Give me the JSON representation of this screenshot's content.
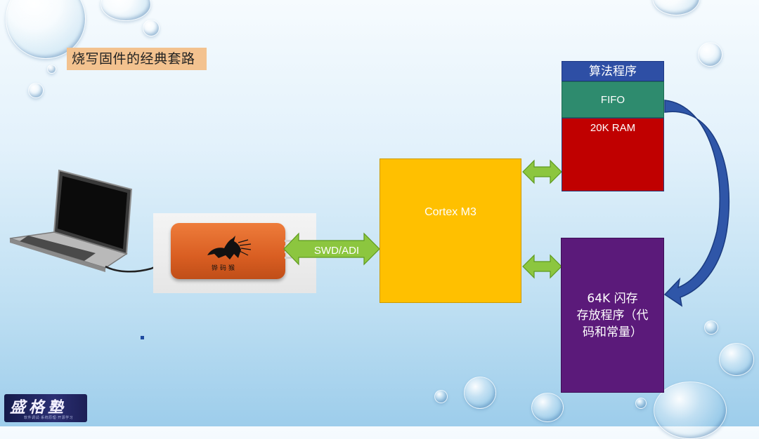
{
  "title": "烧写固件的经典套路",
  "probe": {
    "emblem_text": "铧码猴"
  },
  "link_label": "SWD/ADI",
  "cpu": {
    "label": "Cortex M3"
  },
  "ram_stack": {
    "algorithm": "算法程序",
    "fifo": "FIFO",
    "ram": "20K RAM"
  },
  "flash": {
    "line1": "64K 闪存",
    "line2": "存放程序（代",
    "line3": "码和常量）"
  },
  "logo": {
    "text": "盛格塾",
    "subtitle": "软件调试·系统原理·开源学习"
  },
  "colors": {
    "cpu": "#ffc000",
    "algorithm": "#2e4fa5",
    "fifo": "#2e8b6e",
    "ram": "#c00000",
    "flash": "#5b1a7a",
    "link_arrow": "#8cc63f",
    "flow_arrow": "#2f56a8",
    "title_bg": "#f3c28f"
  }
}
